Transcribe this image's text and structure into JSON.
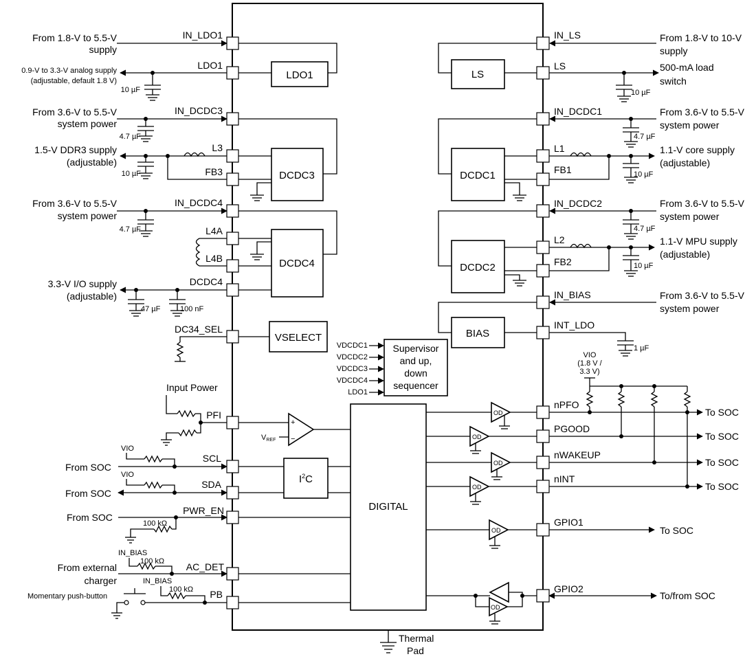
{
  "blocks": {
    "ldo1": "LDO1",
    "dcdc3": "DCDC3",
    "dcdc4": "DCDC4",
    "vselect": "VSELECT",
    "ls": "LS",
    "dcdc1": "DCDC1",
    "dcdc2": "DCDC2",
    "bias": "BIAS",
    "supervisor": [
      "Supervisor",
      "and up,",
      "down",
      "sequencer"
    ],
    "digital": "DIGITAL",
    "i2c_main": "I",
    "i2c_sup": "2",
    "i2c_tail": "C"
  },
  "left_pins": {
    "in_ldo1": "IN_LDO1",
    "ldo1": "LDO1",
    "in_dcdc3": "IN_DCDC3",
    "l3": "L3",
    "fb3": "FB3",
    "in_dcdc4": "IN_DCDC4",
    "l4a": "L4A",
    "l4b": "L4B",
    "dcdc4": "DCDC4",
    "dc34_sel": "DC34_SEL",
    "pfi": "PFI",
    "scl": "SCL",
    "sda": "SDA",
    "pwr_en": "PWR_EN",
    "ac_det": "AC_DET",
    "pb": "PB"
  },
  "right_pins": {
    "in_ls": "IN_LS",
    "ls": "LS",
    "in_dcdc1": "IN_DCDC1",
    "l1": "L1",
    "fb1": "FB1",
    "in_dcdc2": "IN_DCDC2",
    "l2": "L2",
    "fb2": "FB2",
    "in_bias": "IN_BIAS",
    "int_ldo": "INT_LDO",
    "npfo": "nPFO",
    "pgood": "PGOOD",
    "nwakeup": "nWAKEUP",
    "nint": "nINT",
    "gpio1": "GPIO1",
    "gpio2": "GPIO2"
  },
  "left_labels": {
    "src_ldo1": [
      "From 1.8-V to 5.5-V",
      "supply"
    ],
    "analog_supply": [
      "0.9-V to 3.3-V analog supply",
      "(adjustable, default 1.8 V)"
    ],
    "sys_dcdc3": [
      "From 3.6-V to 5.5-V",
      "system power"
    ],
    "ddr3": [
      "1.5-V DDR3 supply",
      "(adjustable)"
    ],
    "sys_dcdc4": [
      "From 3.6-V to 5.5-V",
      "system power"
    ],
    "io_supply": [
      "3.3-V I/O supply",
      "(adjustable)"
    ],
    "input_power": "Input Power",
    "from_soc_scl": "From SOC",
    "from_soc_sda": "From SOC",
    "from_soc_pwr": "From SOC",
    "ext_charger": [
      "From external",
      "charger"
    ],
    "push_button": "Momentary push-button",
    "vio": "VIO",
    "in_bias": "IN_BIAS",
    "vref": "V",
    "vref_sub": "REF"
  },
  "right_labels": {
    "src_ls": [
      "From 1.8-V to 10-V",
      "supply"
    ],
    "load_switch": [
      "500-mA load",
      "switch"
    ],
    "sys_dcdc1": [
      "From 3.6-V to 5.5-V",
      "system power"
    ],
    "core": [
      "1.1-V core supply",
      "(adjustable)"
    ],
    "sys_dcdc2": [
      "From 3.6-V to 5.5-V",
      "system power"
    ],
    "mpu": [
      "1.1-V MPU supply",
      "(adjustable)"
    ],
    "sys_bias": [
      "From 3.6-V to 5.5-V",
      "system power"
    ],
    "vio_pull": [
      "VIO",
      "(1.8 V /",
      "3.3 V)"
    ],
    "to_soc": "To SOC",
    "to_from_soc": "To/from SOC"
  },
  "caps": {
    "c_ldo1": "10 µF",
    "c_in_dcdc3": "4.7 µF",
    "c_ddr3": "10 µF",
    "c_in_dcdc4": "4.7 µF",
    "c_io_47": "47 µF",
    "c_io_100n": "100 nF",
    "c_ls": "10 µF",
    "c_in_dcdc1": "4.7 µF",
    "c_core": "10 µF",
    "c_in_dcdc2": "4.7 µF",
    "c_mpu": "10 µF",
    "c_int_ldo": "1 µF"
  },
  "resistors": {
    "r_pwr_en": "100 kΩ",
    "r_ac_det": "100 kΩ",
    "r_pb": "100 kΩ"
  },
  "sequencer_inputs": [
    "VDCDC1",
    "VDCDC2",
    "VDCDC3",
    "VDCDC4",
    "LDO1"
  ],
  "driver": "OD",
  "thermal_pad": [
    "Thermal",
    "Pad"
  ]
}
